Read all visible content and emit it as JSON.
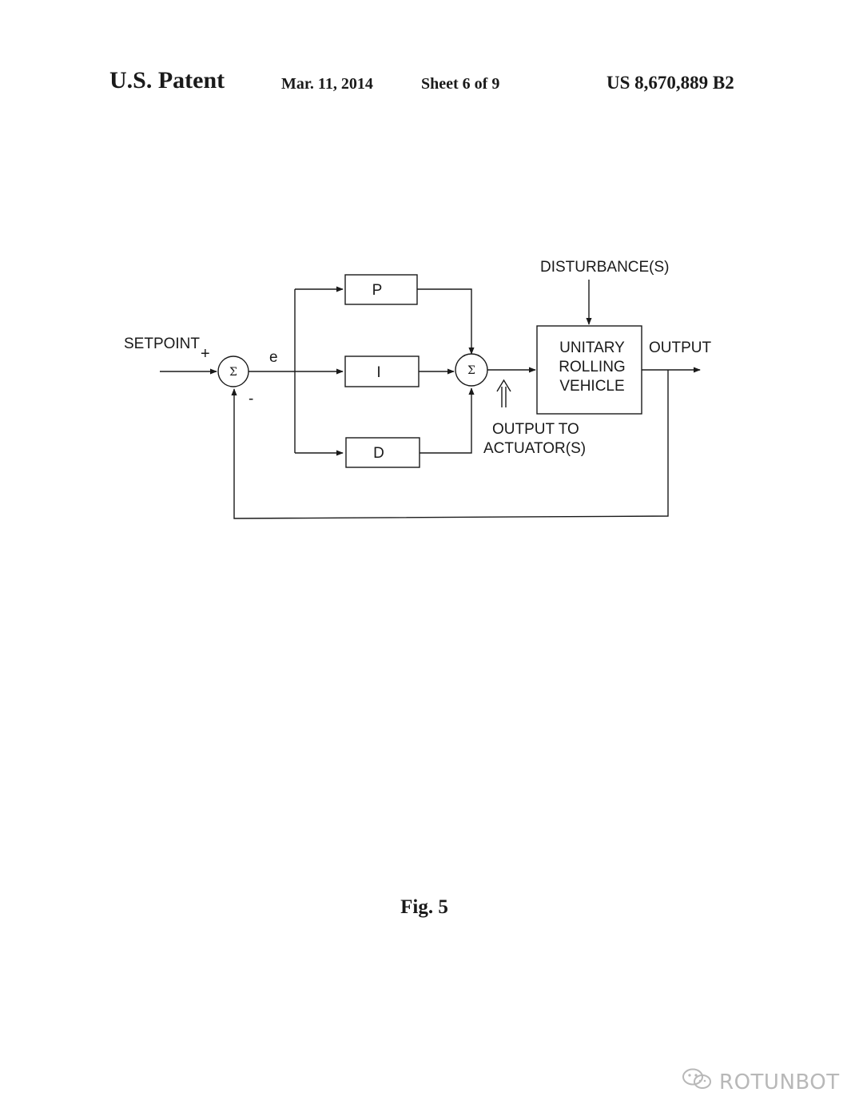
{
  "header": {
    "title": "U.S. Patent",
    "date": "Mar. 11, 2014",
    "sheet": "Sheet 6 of 9",
    "patent_number": "US 8,670,889 B2"
  },
  "diagram": {
    "setpoint_label": "SETPOINT",
    "plus_sign": "+",
    "minus_sign": "-",
    "error_label": "e",
    "summing_symbol": "Σ",
    "block_p": "P",
    "block_i": "I",
    "block_d": "D",
    "plant_line1": "UNITARY",
    "plant_line2": "ROLLING",
    "plant_line3": "VEHICLE",
    "disturbance_label": "DISTURBANCE(S)",
    "output_label": "OUTPUT",
    "actuator_line1": "OUTPUT TO",
    "actuator_line2": "ACTUATOR(S)"
  },
  "caption": "Fig. 5",
  "watermark": {
    "text": "ROTUNBOT",
    "icon": "wechat-icon"
  }
}
